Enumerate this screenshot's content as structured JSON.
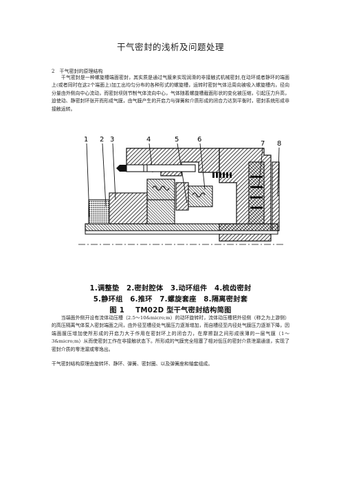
{
  "page": {
    "title": "干气密封的浅析及问题处理",
    "section_heading": "2　干气密封的原理结构",
    "paragraph_1": "干气密封是一种螺旋槽端面密封，其实质是通过气膜来实现润滑的非接触式机械密封,在动环或者静环的端面上(或者同时在这2个端面上)加工出均匀分布的各种形式的螺旋槽，运转时密封气体沿周向被吸入螺旋槽内，径向分量由外侧向中心流动，而密封坝则节制气体流向中心，气体随着螺旋槽截面形状的变化被压缩，引起压力升高，迫使动、静密封环张开而形成气膜，由气膜产生的开启力与弹簧和介质形成的闭合力达到平衡时，密封系统形成非接触运转。",
    "paragraph_2": "当端面外侧开设有流体动压槽（2.5～10&micro;m）的动环旋转时，流体动压槽把外径侧（称之为上游侧）的高压隔离气体泵入密封端面之间，由外径至槽径处气膜压力逐渐增加，而自槽径至内径处气膜压力逐渐下降，因端面膜压增加使所形成的开启力大于作用在密封环上的闭合力，在摩擦副之间形成很薄的一层气膜（1～3&micro;m）从而使密封工作在非接触状态下。所形成的气膜完全阻塞了相对低压的密封介质泄漏通道，实现了密封介质的零泄漏或零逸出。",
    "paragraph_3": "干气密封结构原理由旋转环、静环、弹簧、密封圈、以及弹簧座和轴套组成。"
  },
  "figure": {
    "callouts": [
      "1",
      "2",
      "3",
      "4",
      "5",
      "6",
      "7",
      "8"
    ],
    "legend_line_1": "1.调整垫　2.密封腔体　3.动环组件　4.梳齿密封",
    "legend_line_2": "5.静环组　6.推环　7.螺旋套座　8.隔离密封套",
    "fig_label": "图 1",
    "fig_title": "TM02D 型干气密封结构简图"
  }
}
